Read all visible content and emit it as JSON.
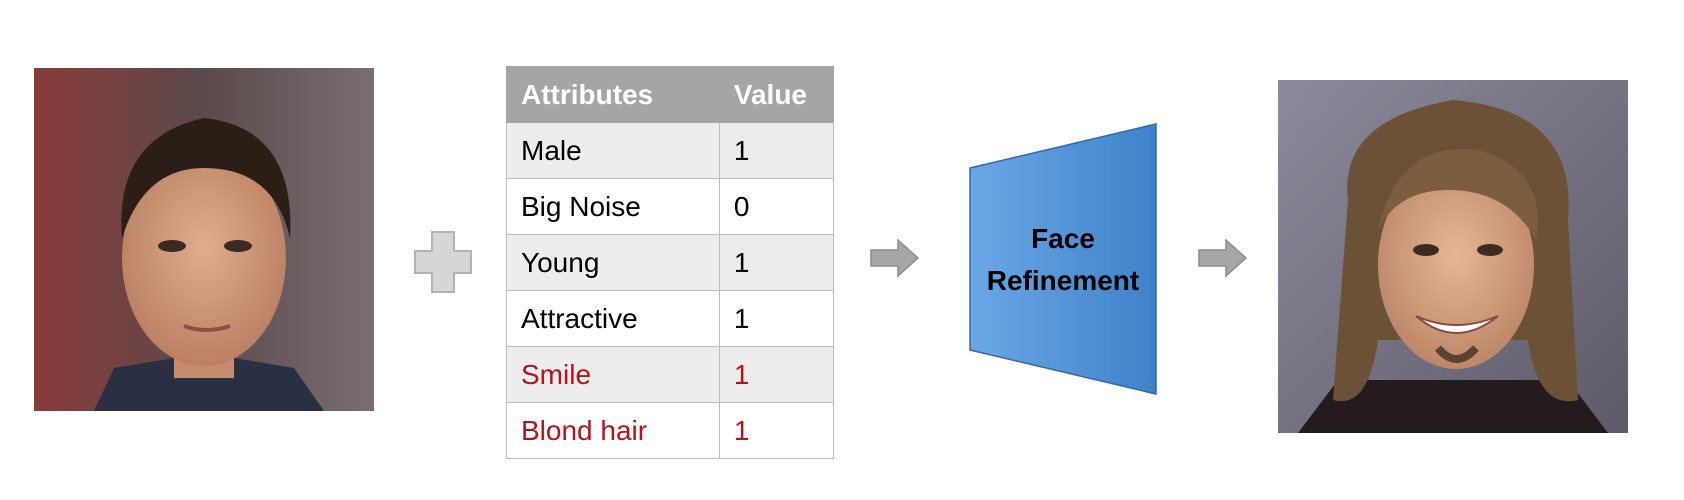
{
  "table": {
    "header": {
      "attribute": "Attributes",
      "value": "Value"
    },
    "rows": [
      {
        "attribute": "Male",
        "value": "1"
      },
      {
        "attribute": "Big Noise",
        "value": "0"
      },
      {
        "attribute": "Young",
        "value": "1"
      },
      {
        "attribute": "Attractive",
        "value": "1"
      },
      {
        "attribute": "Smile",
        "value": "1"
      },
      {
        "attribute": "Blond hair",
        "value": "1"
      }
    ]
  },
  "model": {
    "line1": "Face",
    "line2": "Refinement"
  },
  "icons": {
    "combine": "plus-icon",
    "flow": "arrow-right-icon"
  },
  "colors": {
    "highlight": "#b8121b",
    "table_header": "#a5a5a5",
    "model_block": "#4f8fd3"
  }
}
